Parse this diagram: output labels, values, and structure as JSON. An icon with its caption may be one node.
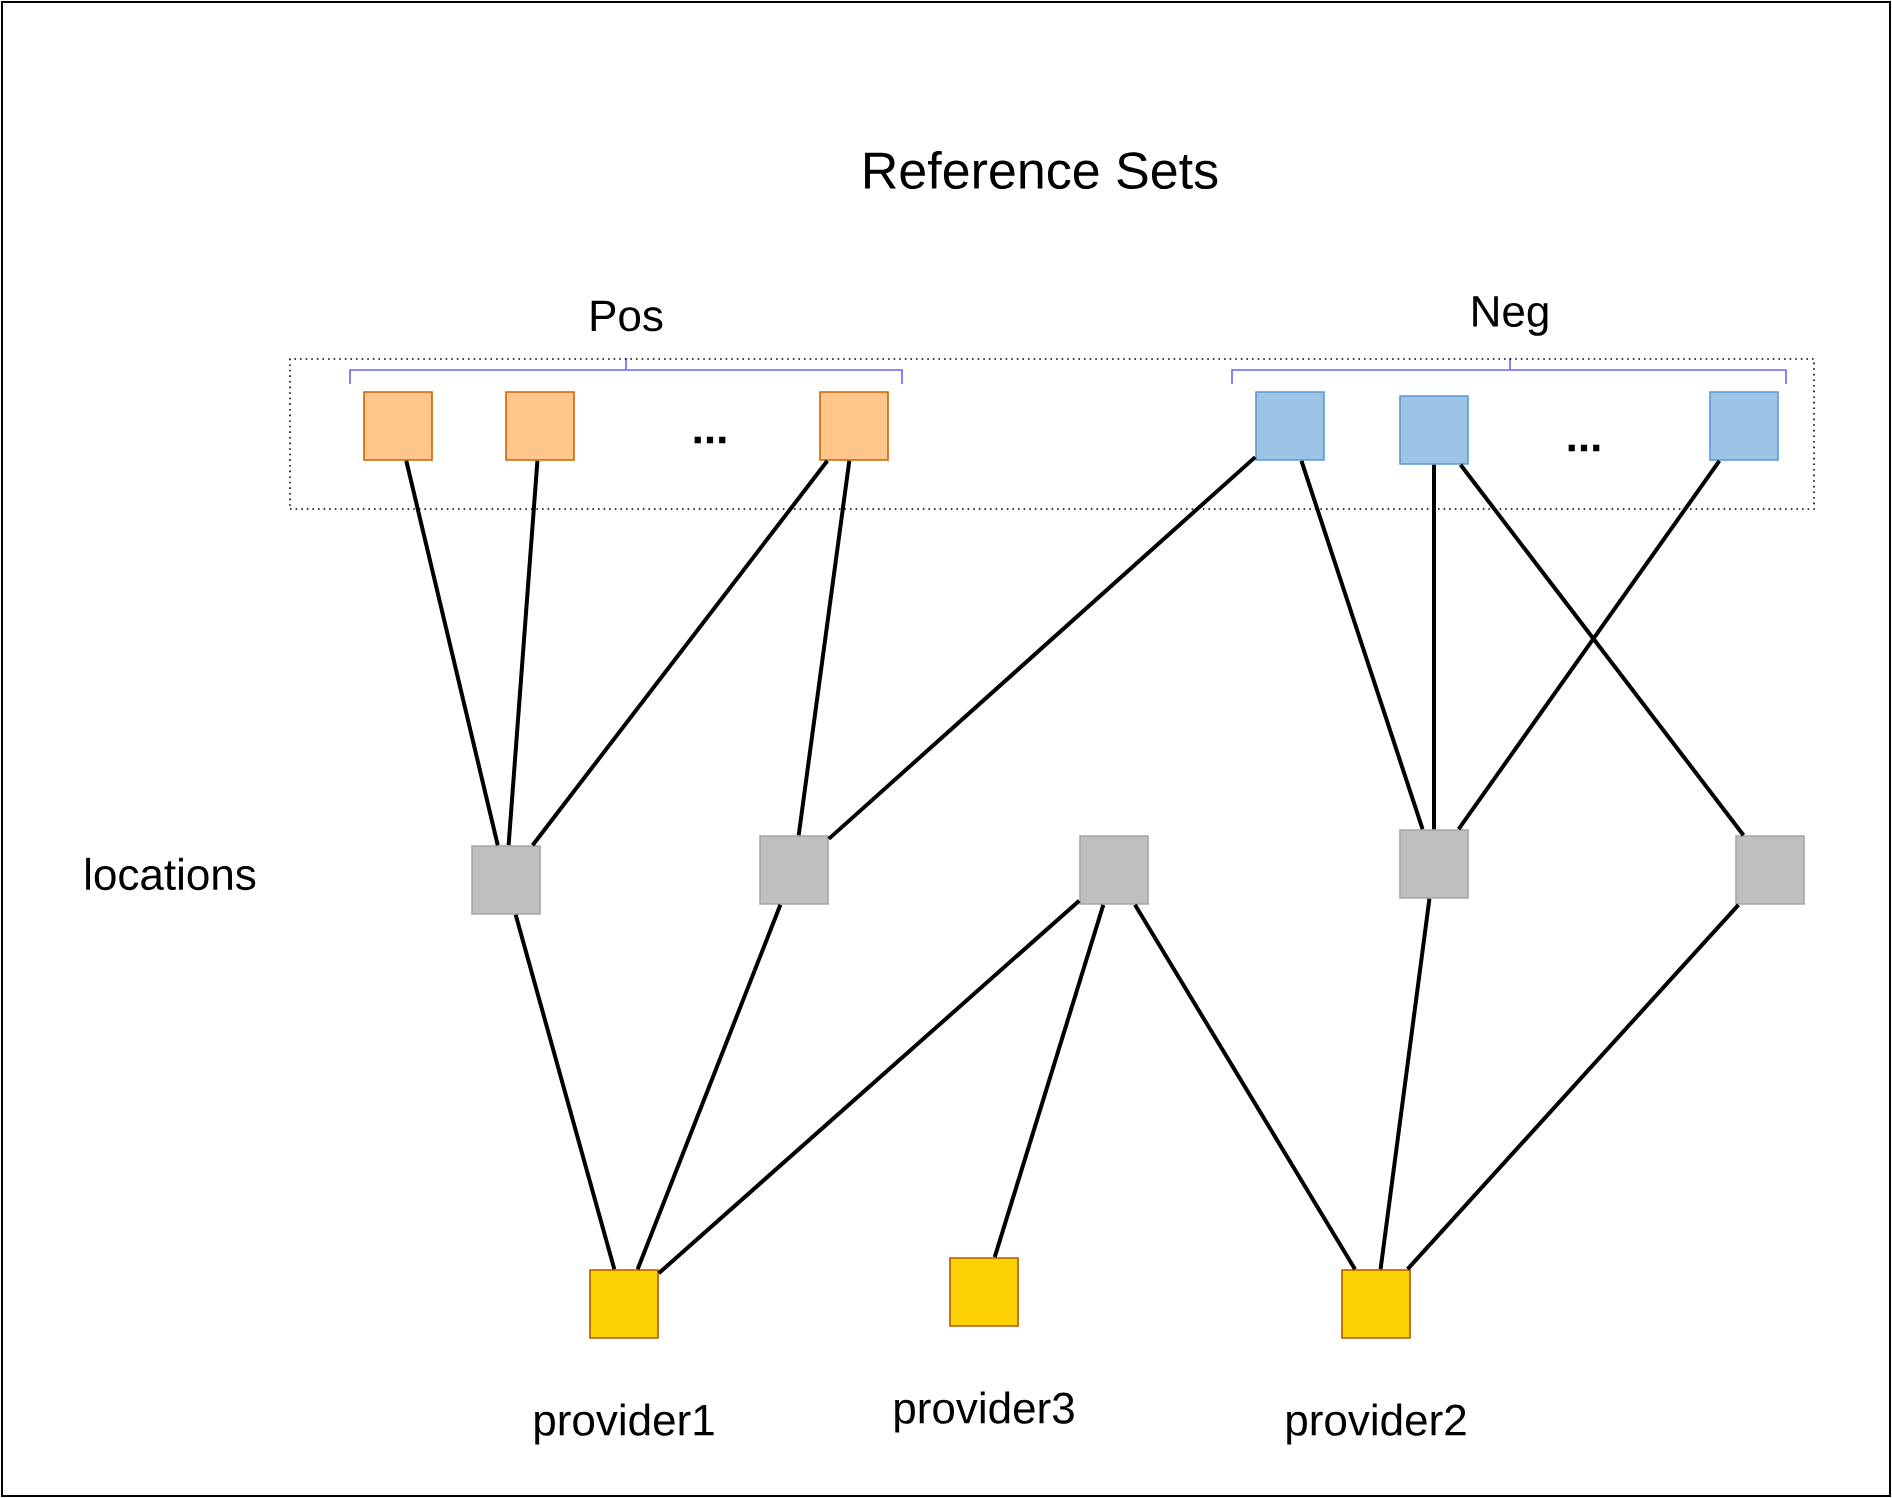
{
  "diagram": {
    "nodes": [
      {
        "text": [
          "Reference Sets"
        ]
      },
      {
        "text": [],
        "shape": "box",
        "in": 0
      },
      {
        "text": [],
        "shape": "box",
        "in": 0
      },
      {
        "text": [],
        "shape": "box",
        "in": 0
      },
      {
        "text": [],
        "shape": "box",
        "in": 0
      },
      {
        "text": [],
        "shape": "box",
        "in": 0
      },
      {
        "text": [],
        "shape": "box",
        "in": 0
      },
      {
        "text": [],
        "shape": "box"
      },
      {
        "text": [],
        "shape": "box"
      },
      {
        "text": [],
        "shape": "box"
      },
      {
        "text": [],
        "shape": "box"
      },
      {
        "text": [],
        "shape": "box"
      },
      {
        "text": [],
        "shape": "box",
        "beside": [
          "provider1"
        ]
      },
      {
        "text": [],
        "shape": "box",
        "beside": [
          "provider3"
        ]
      },
      {
        "text": [],
        "shape": "box",
        "beside": [
          "provider2"
        ]
      }
    ],
    "edges": [
      {
        "from": 1,
        "to": 7,
        "arrow": "none"
      },
      {
        "from": 2,
        "to": 7,
        "arrow": "none"
      },
      {
        "from": 3,
        "to": 7,
        "arrow": "none"
      },
      {
        "from": 3,
        "to": 8,
        "arrow": "none"
      },
      {
        "from": 4,
        "to": 8,
        "arrow": "none"
      },
      {
        "from": 4,
        "to": 10,
        "arrow": "none"
      },
      {
        "from": 5,
        "to": 10,
        "arrow": "none"
      },
      {
        "from": 5,
        "to": 11,
        "arrow": "none"
      },
      {
        "from": 6,
        "to": 10,
        "arrow": "none"
      },
      {
        "from": 7,
        "to": 12,
        "arrow": "none"
      },
      {
        "from": 8,
        "to": 12,
        "arrow": "none"
      },
      {
        "from": 9,
        "to": 12,
        "arrow": "none"
      },
      {
        "from": 9,
        "to": 13,
        "arrow": "none"
      },
      {
        "from": 9,
        "to": 14,
        "arrow": "none"
      },
      {
        "from": 10,
        "to": 14,
        "arrow": "none"
      },
      {
        "from": 11,
        "to": 14,
        "arrow": "none"
      }
    ],
    "labels": [
      "Pos",
      "Neg",
      "...",
      "...",
      "locations"
    ]
  }
}
